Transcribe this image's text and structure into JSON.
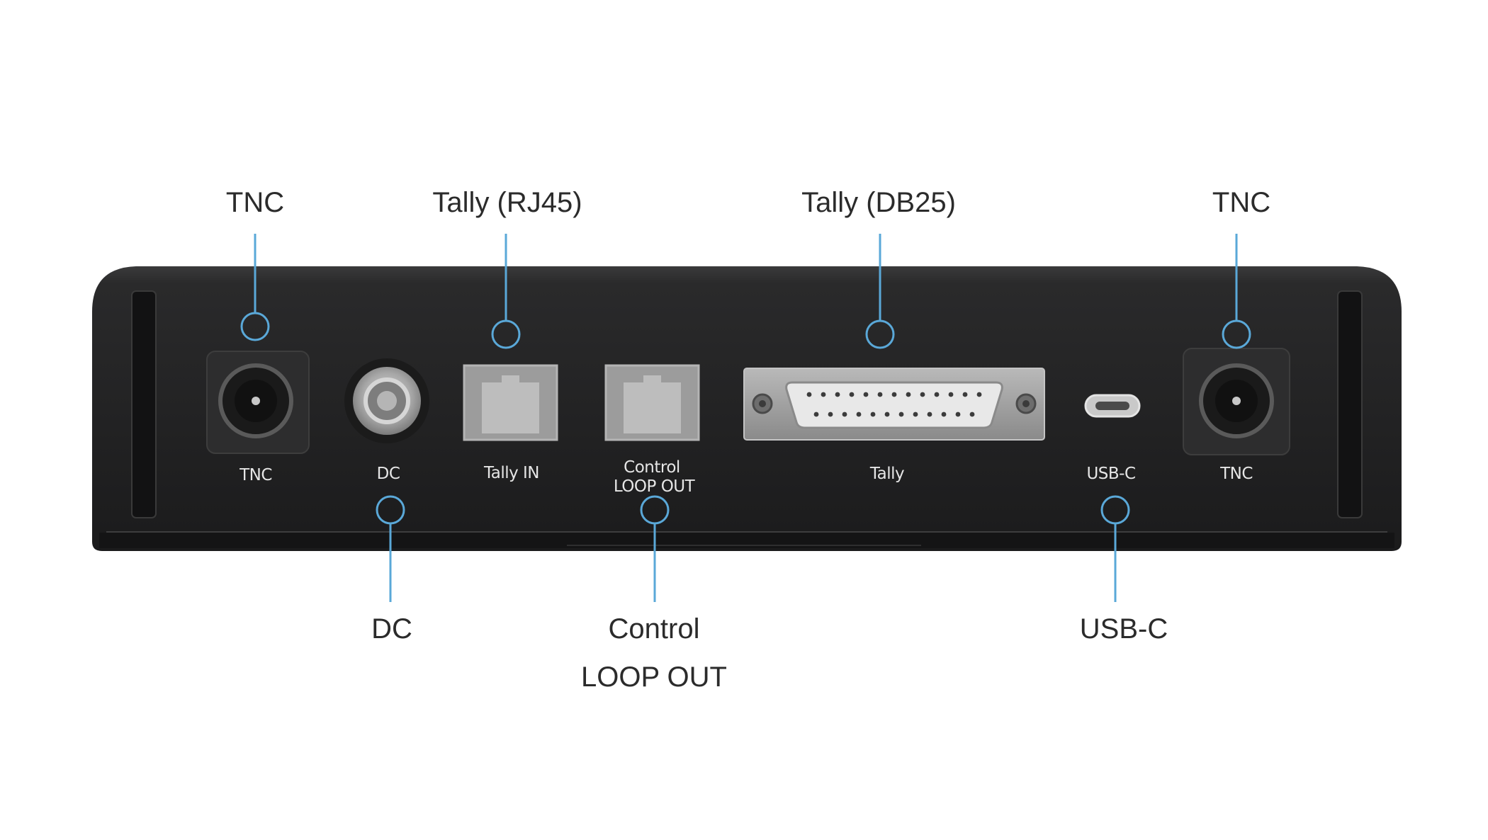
{
  "colors": {
    "background": "#ffffff",
    "device_body": "#1f1f20",
    "device_face": "#262627",
    "callout_line": "#5aa8d8",
    "label_text": "#2b2b2b",
    "port_label_text": "#e6e6e6",
    "metal": "#9a9a9a"
  },
  "callouts_top": [
    {
      "id": "tnc-left",
      "label": "TNC"
    },
    {
      "id": "tally-rj45",
      "label": "Tally (RJ45)"
    },
    {
      "id": "tally-db25",
      "label": "Tally (DB25)"
    },
    {
      "id": "tnc-right",
      "label": "TNC"
    }
  ],
  "callouts_bottom": [
    {
      "id": "dc",
      "label": "DC"
    },
    {
      "id": "control-loop-out",
      "label_line1": "Control",
      "label_line2": "LOOP OUT"
    },
    {
      "id": "usb-c",
      "label": "USB-C"
    }
  ],
  "device": {
    "port_labels": {
      "tnc_left": "TNC",
      "dc": "DC",
      "tally_in": "Tally IN",
      "control_line1": "Control",
      "control_line2": "LOOP OUT",
      "tally": "Tally",
      "usb_c": "USB-C",
      "tnc_right": "TNC"
    }
  }
}
